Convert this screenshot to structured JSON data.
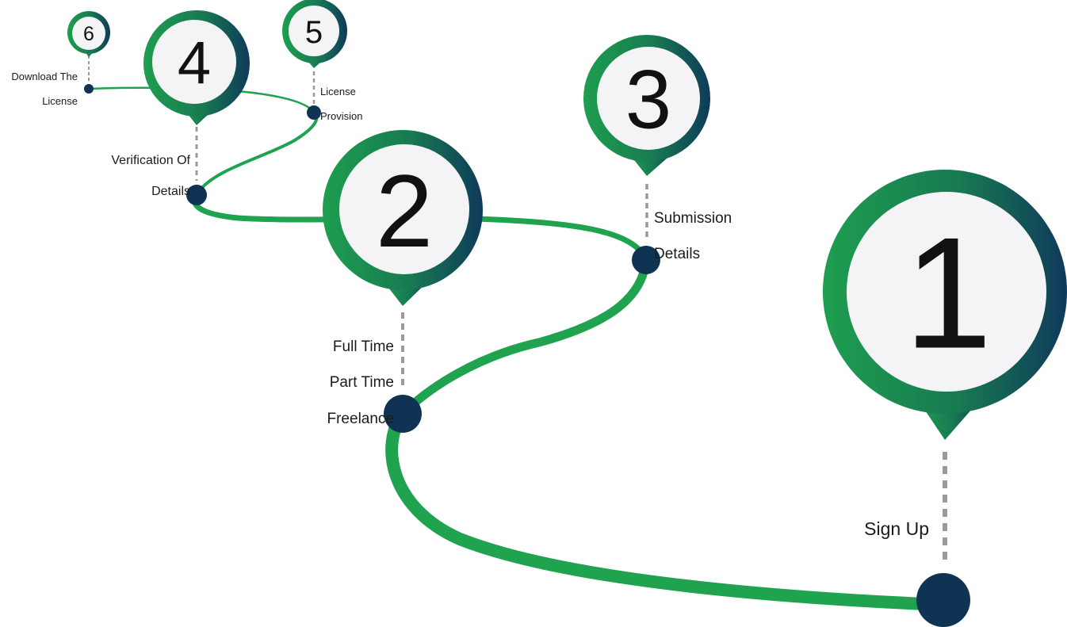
{
  "steps": [
    {
      "number": "1",
      "label": "Sign Up"
    },
    {
      "number": "2",
      "label_lines": [
        "Full Time",
        "Part Time",
        "Freelance"
      ]
    },
    {
      "number": "3",
      "label_lines": [
        "Submission",
        "Details"
      ]
    },
    {
      "number": "4",
      "label_lines": [
        "Verification Of",
        "Details"
      ]
    },
    {
      "number": "5",
      "label_lines": [
        "License",
        "Provision"
      ]
    },
    {
      "number": "6",
      "label_lines": [
        "Download The",
        "License"
      ]
    }
  ],
  "colors": {
    "path_green": "#1fa34f",
    "pin_gradient_start": "#1e9e4f",
    "pin_gradient_end": "#0f3a5a",
    "node_dot": "#0f3352",
    "pin_inner": "#f4f4f6",
    "connector_dash": "#9a9a9a"
  }
}
